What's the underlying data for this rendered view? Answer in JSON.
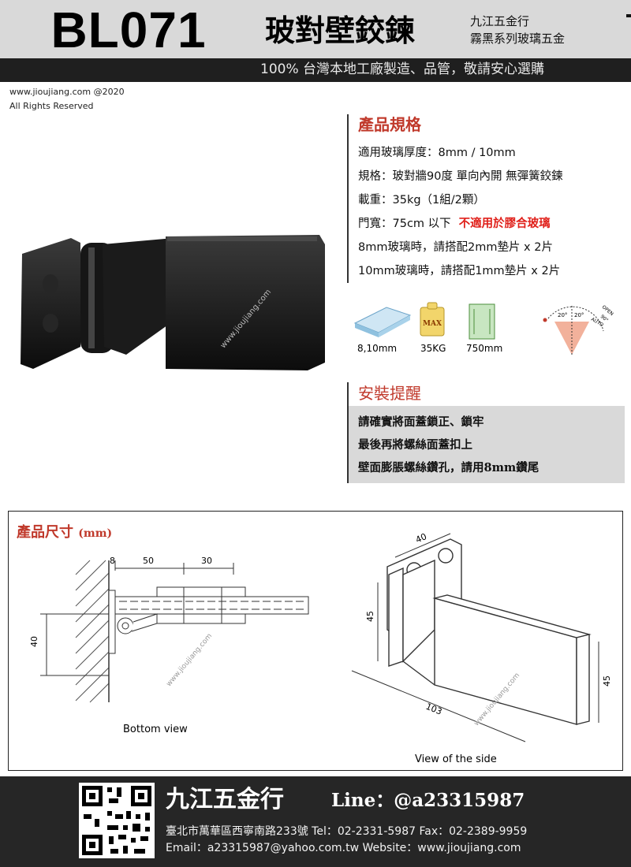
{
  "header": {
    "model": "BL071",
    "title": "玻對壁鉸鍊",
    "sub_line1": "九江五金行",
    "sub_line2": "霧黑系列玻璃五金",
    "slogan": "100% 台灣本地工廠製造、品管，敬請安心選購"
  },
  "copyright": {
    "site": "www.jioujiang.com @2020",
    "rights": "All Rights Reserved"
  },
  "watermark": "www.jioujiang.com",
  "spec": {
    "title": "產品規格",
    "lines": [
      "適用玻璃厚度：8mm / 10mm",
      "規格：玻對牆90度 單向內開 無彈簧鉸鍊",
      "載重：35kg（1組/2顆）",
      "門寬：75cm 以下",
      "8mm玻璃時，請搭配2mm墊片 x 2片",
      "10mm玻璃時，請搭配1mm墊片 x 2片"
    ],
    "warning": "不適用於膠合玻璃"
  },
  "icons": {
    "glass_label": "8,10mm",
    "weight_label": "35KG",
    "weight_badge": "MAX",
    "width_label": "750mm",
    "angle_a": "20°",
    "angle_b": "20°",
    "open": "OPEN",
    "open_deg": "90°",
    "auto": "AUTO"
  },
  "install": {
    "title": "安裝提醒",
    "lines": [
      "請確實將面蓋鎖正、鎖牢",
      "最後再將螺絲面蓋扣上",
      "壁面膨脹螺絲鑽孔，請用8mm鑽尾"
    ]
  },
  "dims": {
    "title": "產品尺寸",
    "unit": "(mm)",
    "bottom_label": "Bottom view",
    "side_label": "View of the side",
    "d8": "8",
    "d50": "50",
    "d30": "30",
    "d40": "40",
    "s40": "40",
    "s45a": "45",
    "s45b": "45",
    "s103": "103"
  },
  "footer": {
    "shop": "九江五金行",
    "line_id": "Line：@a23315987",
    "address": "臺北市萬華區西寧南路233號   Tel：02-2331-5987   Fax：02-2389-9959",
    "contact": "Email：a23315987@yahoo.com.tw    Website：www.jioujiang.com"
  }
}
